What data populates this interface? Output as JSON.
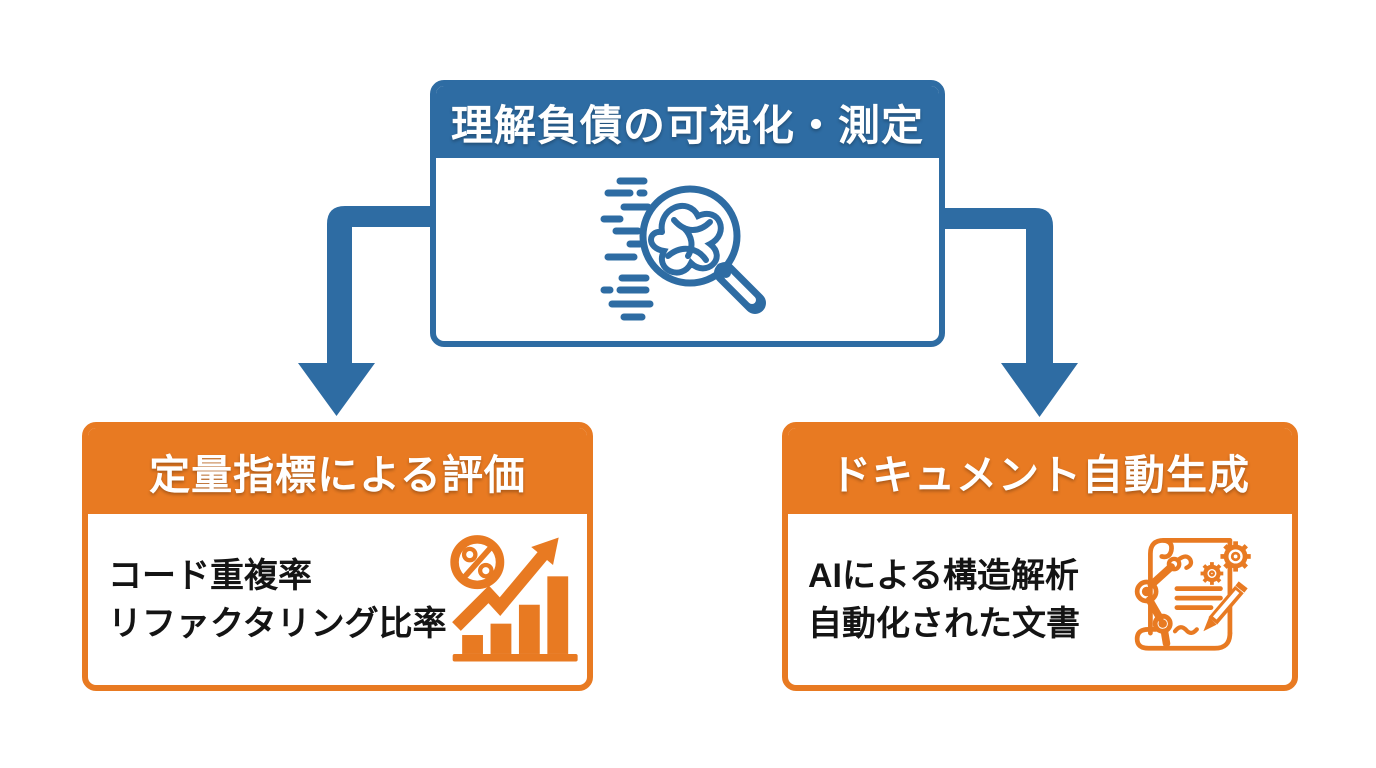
{
  "colors": {
    "blue": "#2e6ca3",
    "orange": "#e87a22",
    "body_text": "#141414",
    "background": "#ffffff"
  },
  "diagram": {
    "top_node": {
      "title": "理解負債の可視化・測定",
      "icon": "magnifier-tangled-knot-icon"
    },
    "left_node": {
      "title": "定量指標による評価",
      "items": [
        "コード重複率",
        "リファクタリング比率"
      ],
      "icon": "percent-growth-chart-icon"
    },
    "right_node": {
      "title": "ドキュメント自動生成",
      "items": [
        "AIによる構造解析",
        "自動化された文書"
      ],
      "icon": "robot-arm-document-icon"
    }
  }
}
